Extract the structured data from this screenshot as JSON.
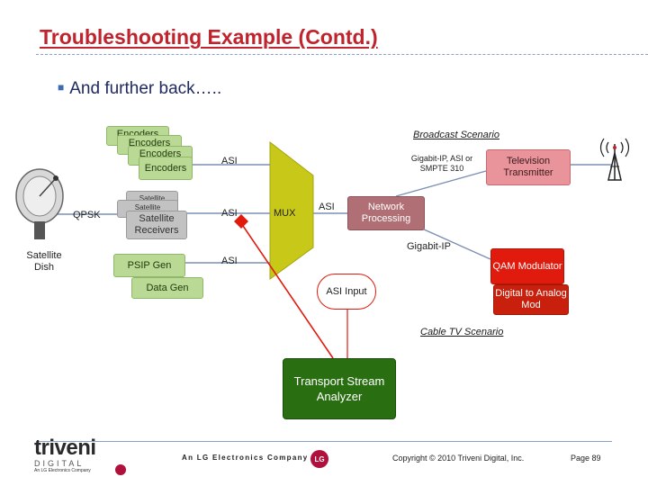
{
  "slide": {
    "title": "Troubleshooting Example (Contd.)",
    "bullet": "And further back…..",
    "broadcast_scenario": "Broadcast Scenario",
    "cable_scenario": "Cable TV Scenario"
  },
  "encoders": {
    "stack": [
      "Encoders",
      "Encoders",
      "Encoders",
      "Encoders"
    ]
  },
  "receivers": {
    "stack": [
      "Satellite",
      "Satellite",
      "Satellite Receivers"
    ]
  },
  "nodes": {
    "qpsk": "QPSK",
    "satellite_dish": "Satellite Dish",
    "psip_gen": "PSIP Gen",
    "data_gen": "Data Gen",
    "mux": "MUX",
    "asi_1": "ASI",
    "asi_2": "ASI",
    "asi_3": "ASI",
    "asi_4": "ASI",
    "network_processing": "Network Processing",
    "gigabit_ip_top": "Gigabit-IP, ASI or SMPTE 310",
    "gigabit_ip": "Gigabit-IP",
    "tv_transmitter": "Television Transmitter",
    "qam_modulator": "QAM Modulator",
    "digital_to_analog": "Digital to Analog Mod",
    "asi_input": "ASI Input",
    "ts_analyzer": "Transport Stream Analyzer"
  },
  "footer": {
    "logo_top": "triveni",
    "logo_bottom": "DIGITAL",
    "logo_tagline": "An LG Electronics Company",
    "lg_company": "An LG Electronics Company",
    "lg_logo": "LG",
    "copyright": "Copyright © 2010 Triveni Digital, Inc.",
    "page": "Page 89"
  },
  "colors": {
    "title": "#c0232b",
    "encoder": "#b9d995",
    "analyzer": "#2a6e12",
    "mux": "#c8c818",
    "arrow": "#e01a0c"
  }
}
